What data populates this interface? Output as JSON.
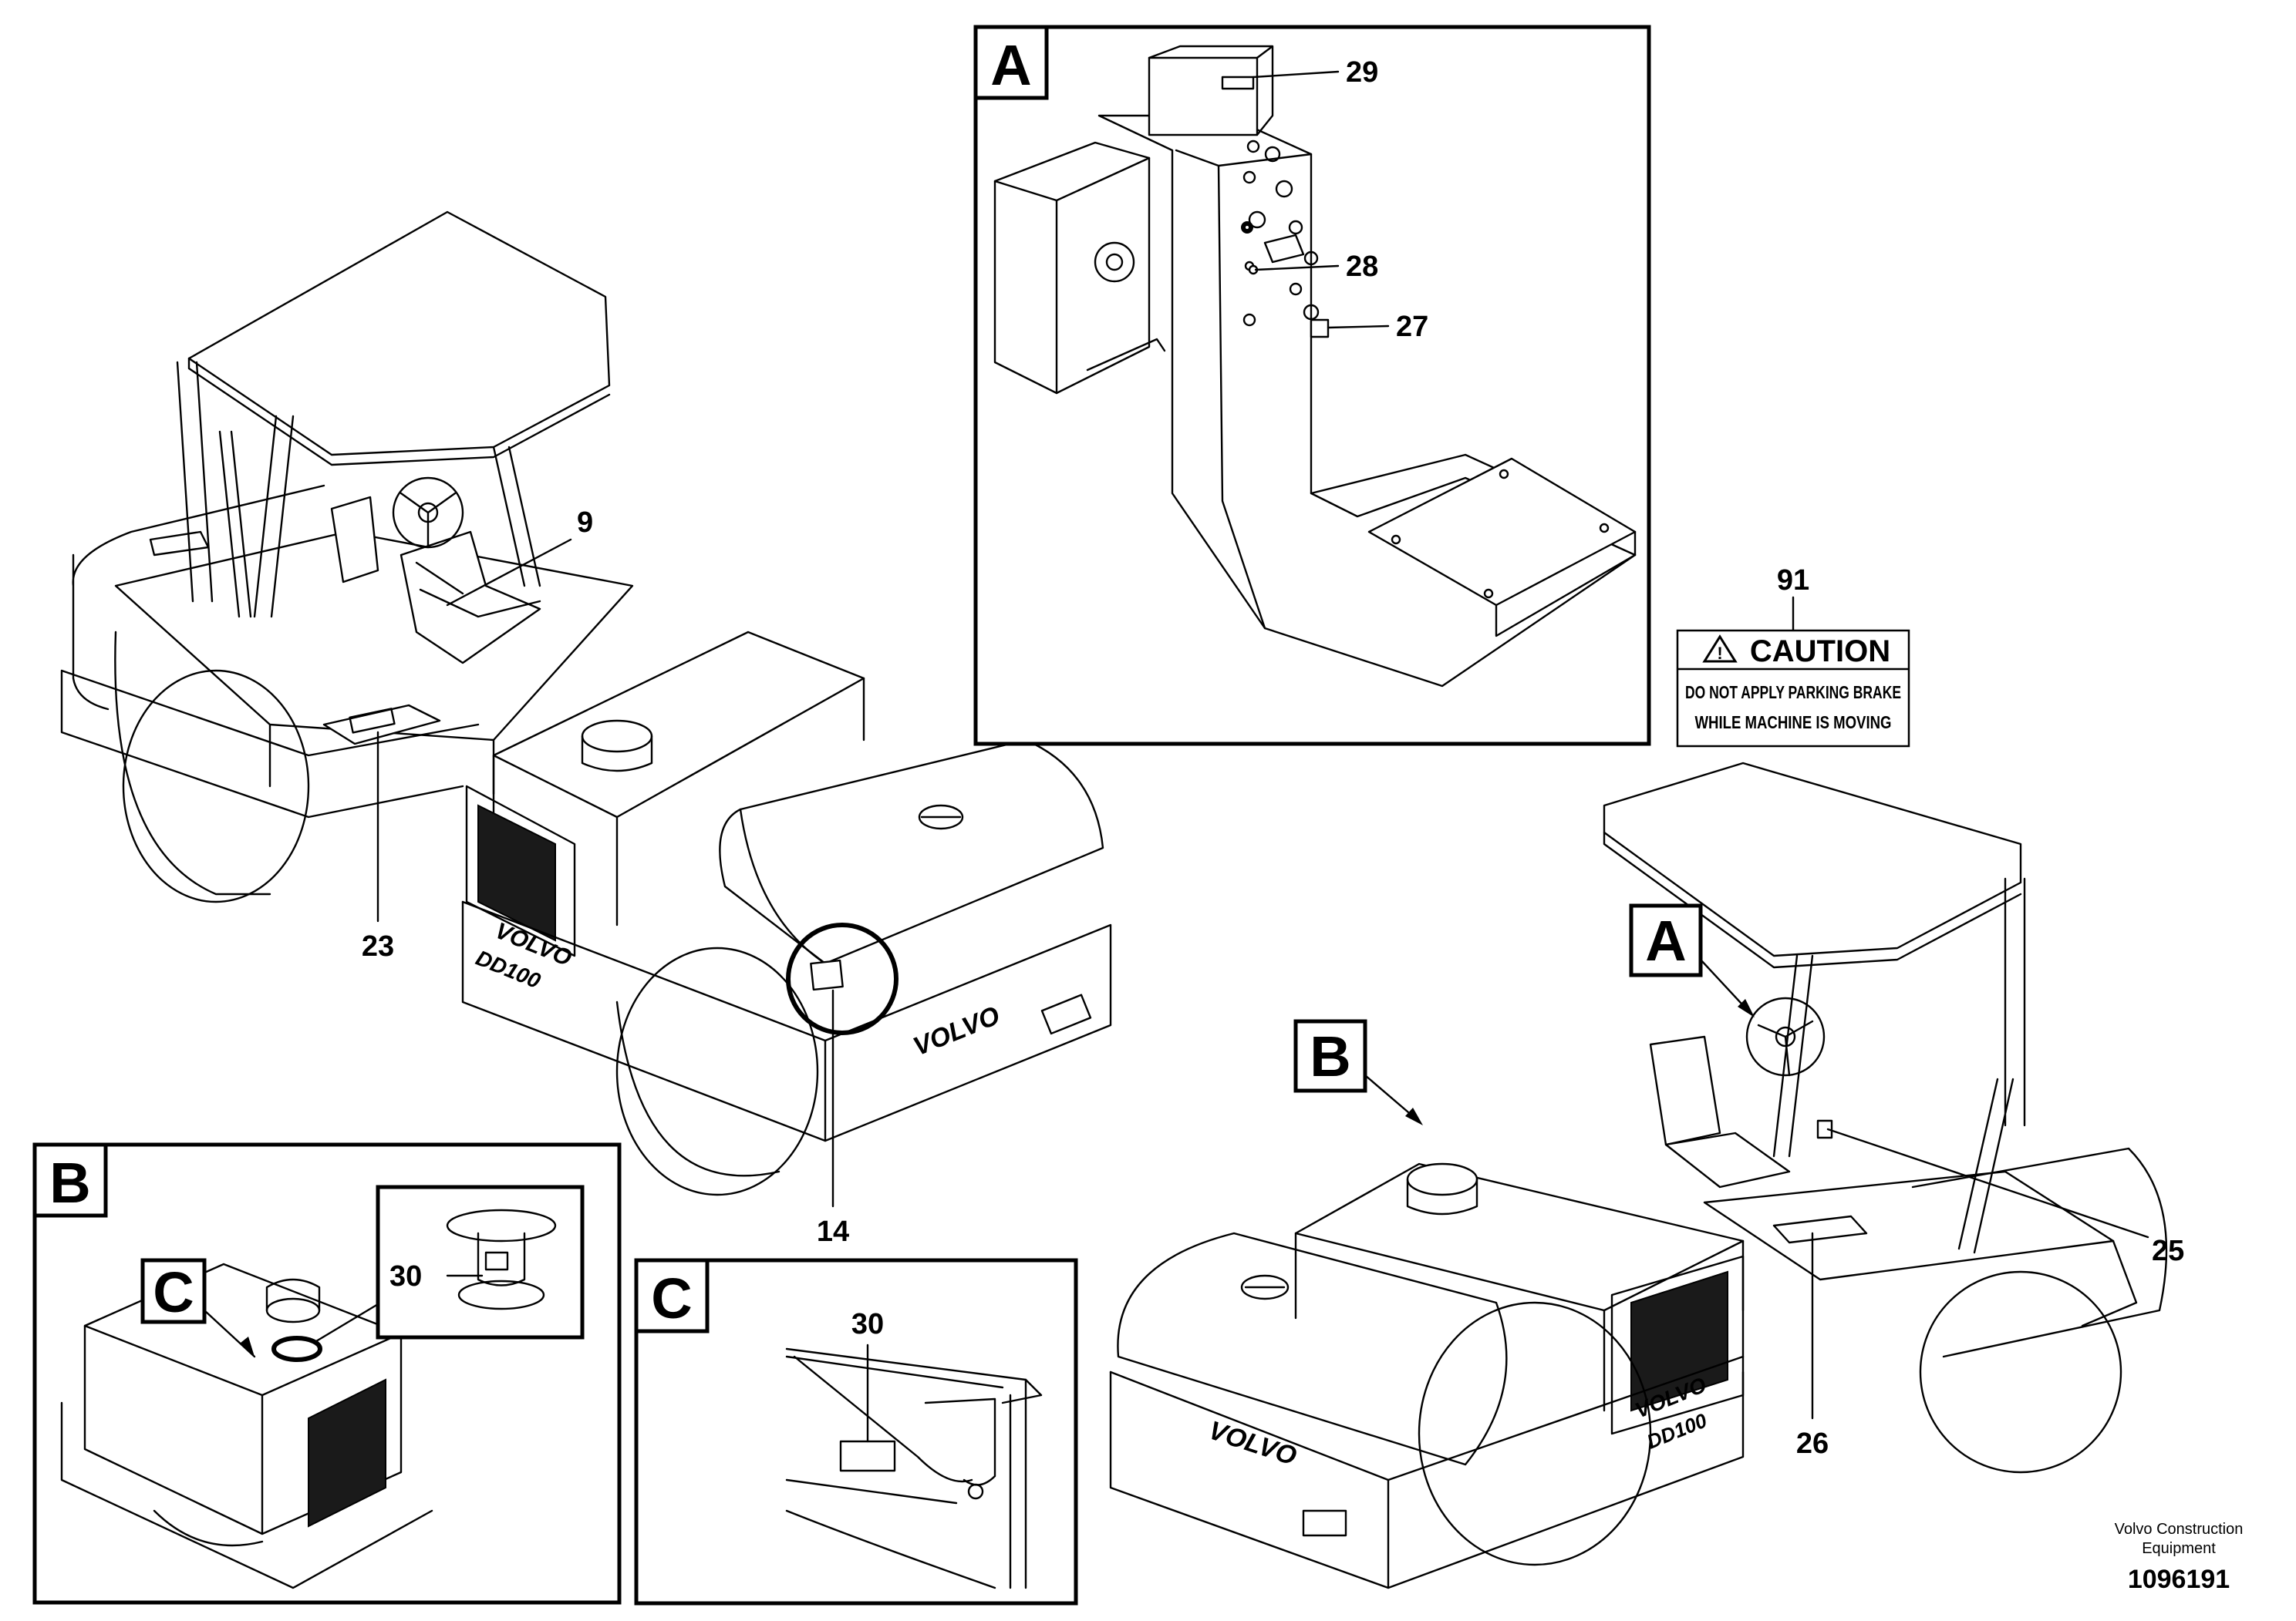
{
  "callouts": {
    "c9": "9",
    "c23": "23",
    "c14": "14",
    "c29": "29",
    "c28": "28",
    "c27": "27",
    "c91": "91",
    "c25": "25",
    "c26": "26",
    "c30_b": "30",
    "c30_c": "30"
  },
  "view_letters": {
    "a_panel": "A",
    "a_pointer": "A",
    "b_panel": "B",
    "b_pointer": "B",
    "c_panel": "C",
    "c_pointer": "C"
  },
  "caution_decal": {
    "title": "CAUTION",
    "line1": "DO NOT APPLY PARKING BRAKE",
    "line2": "WHILE MACHINE IS MOVING"
  },
  "machine_markings": {
    "brand": "VOLVO",
    "model": "DD100"
  },
  "footer": {
    "company_line1": "Volvo Construction",
    "company_line2": "Equipment",
    "document_number": "1096191"
  }
}
